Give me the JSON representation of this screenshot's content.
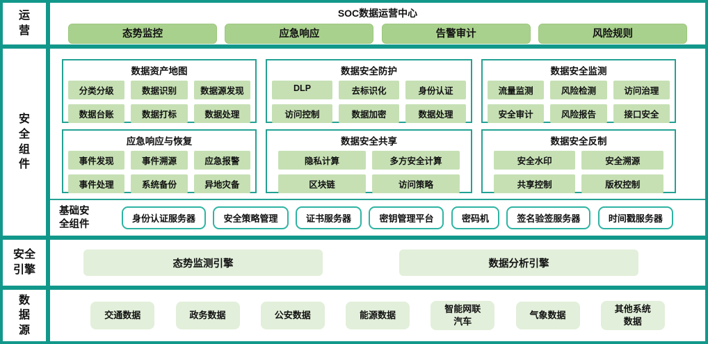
{
  "colors": {
    "frame_teal": "#12988b",
    "group_border_teal": "#23a193",
    "base_item_border_teal": "#2eb3a2",
    "button_green": "#a9d18e",
    "item_green": "#c6e0b4",
    "light_green": "#e2efda"
  },
  "bands": {
    "operations": {
      "label": "运\n营",
      "title": "SOC数据运营中心",
      "buttons": [
        "态势监控",
        "应急响应",
        "告警审计",
        "风险规则"
      ]
    },
    "components": {
      "label": "安\n全\n组\n件",
      "groups": [
        {
          "title": "数据资产地图",
          "items": [
            "分类分级",
            "数据识别",
            "数据源发现",
            "数据台账",
            "数据打标",
            "数据处理"
          ]
        },
        {
          "title": "数据安全防护",
          "items": [
            "DLP",
            "去标识化",
            "身份认证",
            "访问控制",
            "数据加密",
            "数据处理"
          ]
        },
        {
          "title": "数据安全监测",
          "items": [
            "流量监测",
            "风险检测",
            "访问治理",
            "安全审计",
            "风险报告",
            "接口安全"
          ]
        },
        {
          "title": "应急响应与恢复",
          "items": [
            "事件发现",
            "事件溯源",
            "应急报警",
            "事件处理",
            "系统备份",
            "异地灾备"
          ]
        },
        {
          "title": "数据安全共享",
          "items": [
            "隐私计算",
            "多方安全计算",
            "区块链",
            "访问策略"
          ]
        },
        {
          "title": "数据安全反制",
          "items": [
            "安全水印",
            "安全溯源",
            "共享控制",
            "版权控制"
          ]
        }
      ],
      "base": {
        "label": "基础安\n全组件",
        "items": [
          "身份认证服务器",
          "安全策略管理",
          "证书服务器",
          "密钥管理平台",
          "密码机",
          "签名验签服务器",
          "时间戳服务器"
        ]
      }
    },
    "engines": {
      "label": "安全\n引擎",
      "items": [
        "态势监测引擎",
        "数据分析引擎"
      ]
    },
    "datasources": {
      "label": "数\n据\n源",
      "items": [
        "交通数据",
        "政务数据",
        "公安数据",
        "能源数据",
        "智能网联\n汽车",
        "气象数据",
        "其他系统\n数据"
      ]
    }
  }
}
